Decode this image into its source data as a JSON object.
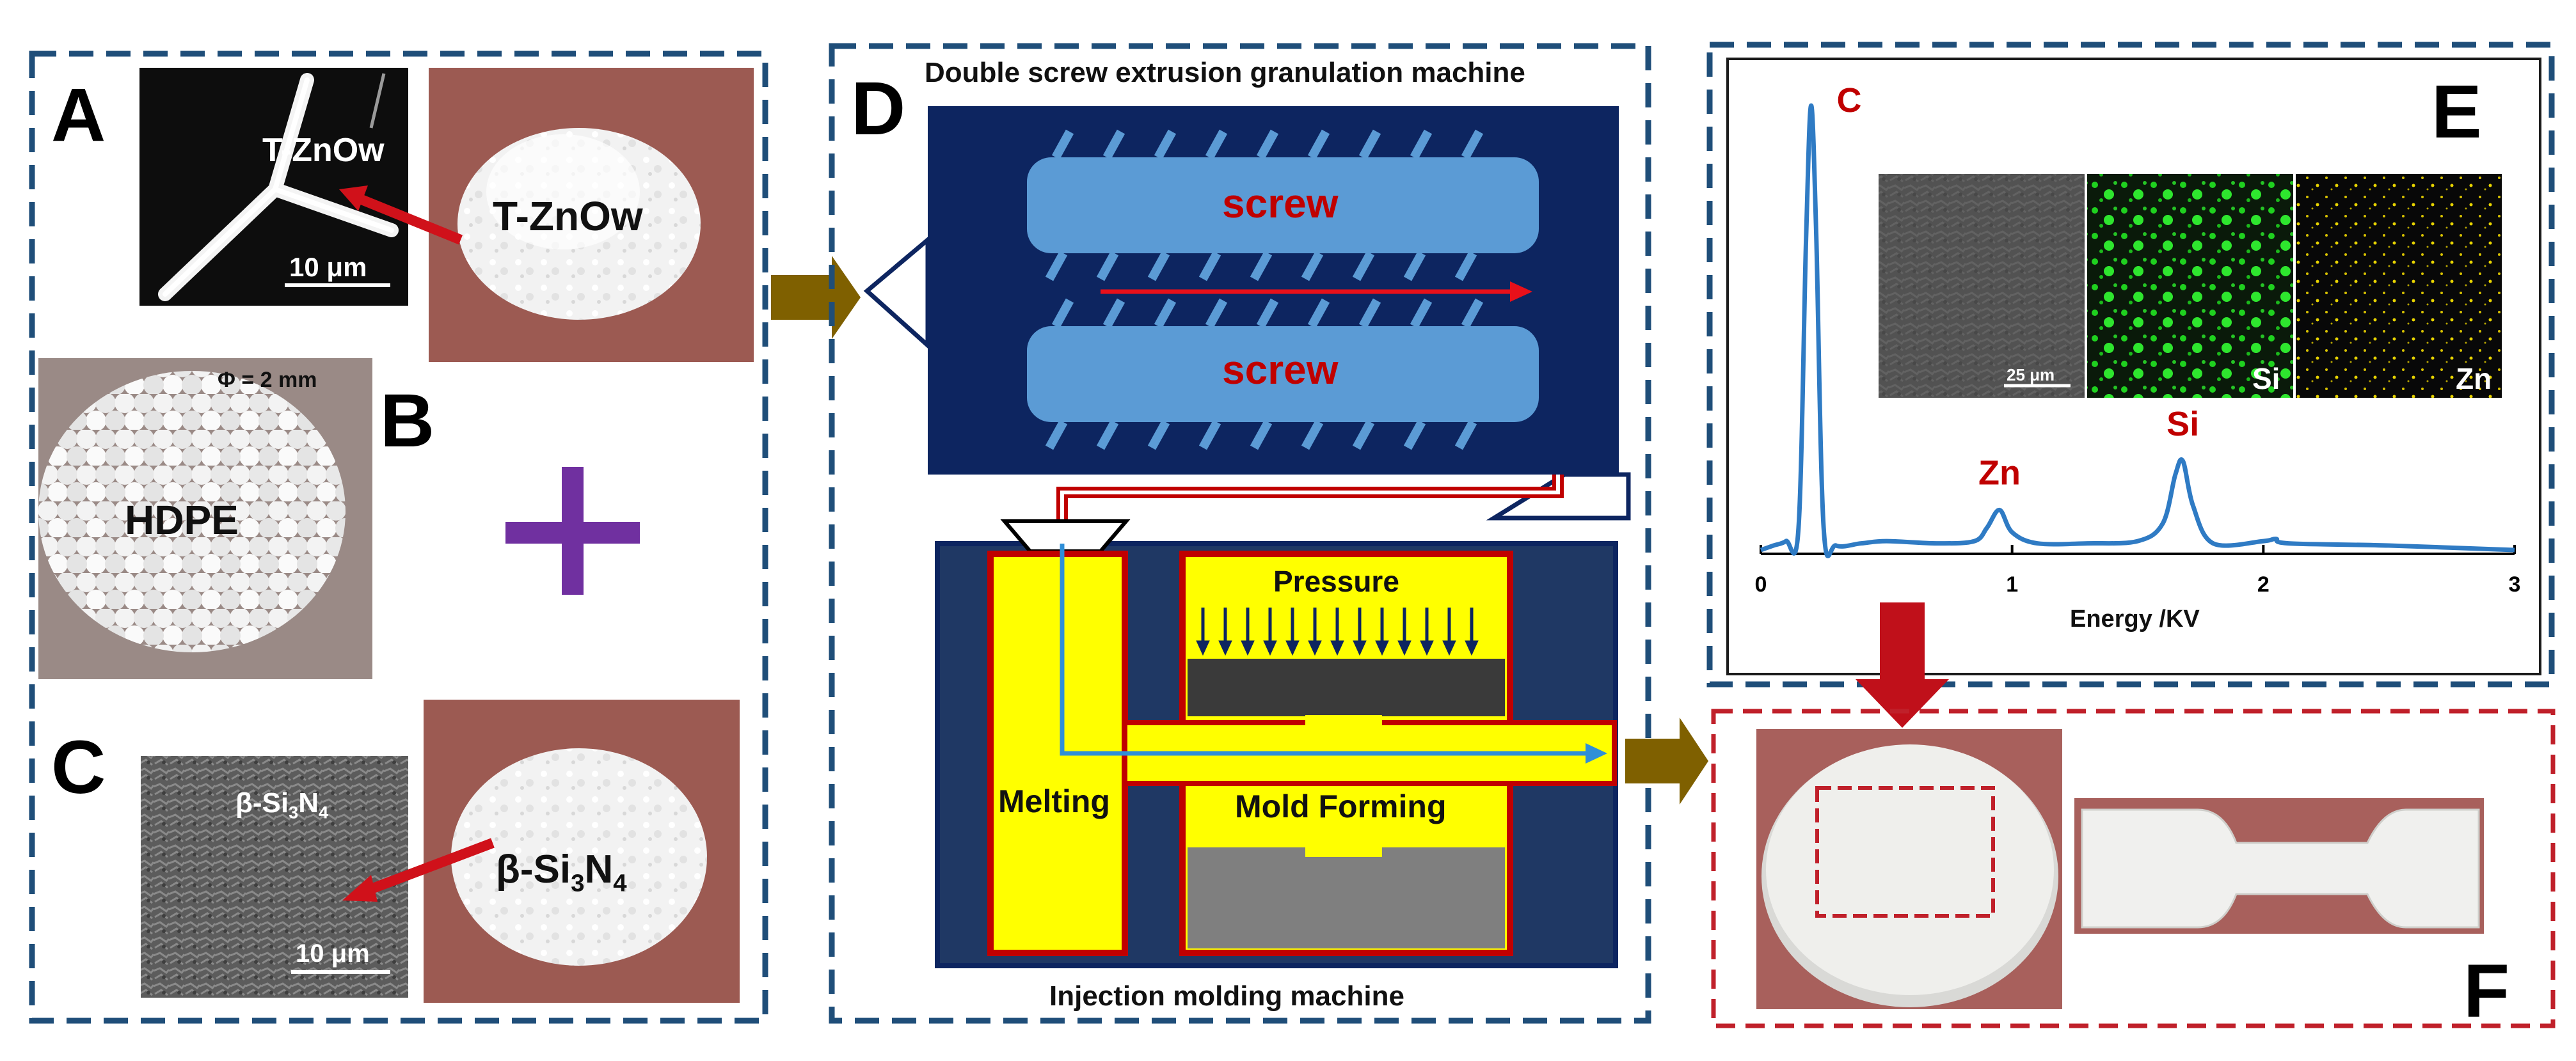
{
  "panels": {
    "A": {
      "letter": "A",
      "sem_label": "T-ZnOw",
      "scale_bar": "10 μm",
      "photo_label": "T-ZnOw"
    },
    "B": {
      "letter": "B",
      "diameter_label": "Φ = 2 mm",
      "photo_label": "HDPE"
    },
    "C": {
      "letter": "C",
      "sem_label": "β-Si3N4",
      "scale_bar": "10 μm",
      "photo_label": "β-Si3N4"
    },
    "D": {
      "letter": "D",
      "title_top": "Double screw extrusion granulation machine",
      "screw_top": "screw",
      "screw_bottom": "screw",
      "pressure": "Pressure",
      "melting": "Melting",
      "mold_forming": "Mold Forming",
      "title_bottom": "Injection molding machine"
    },
    "E": {
      "letter": "E",
      "inset_scale": "25 μm",
      "inset_si": "Si",
      "inset_zn": "Zn"
    },
    "F": {
      "letter": "F"
    }
  },
  "chart_data": {
    "type": "line",
    "xlabel": "Energy /KV",
    "ylabel": "",
    "xlim": [
      0,
      3
    ],
    "x_ticks": [
      "0",
      "1",
      "2",
      "3"
    ],
    "grid": false,
    "series": [
      {
        "x": [
          0.0,
          0.05,
          0.1,
          0.15,
          0.18,
          0.2,
          0.22,
          0.25,
          0.3,
          0.4,
          0.5,
          0.7,
          0.85,
          0.9,
          0.95,
          1.0,
          1.1,
          1.3,
          1.5,
          1.6,
          1.65,
          1.68,
          1.72,
          1.8,
          2.0,
          2.05,
          2.1,
          2.5,
          3.0
        ],
        "y": [
          0.0,
          0.01,
          0.02,
          0.05,
          0.7,
          1.0,
          0.72,
          0.05,
          0.01,
          0.015,
          0.02,
          0.015,
          0.02,
          0.05,
          0.09,
          0.04,
          0.015,
          0.015,
          0.02,
          0.06,
          0.17,
          0.2,
          0.1,
          0.015,
          0.02,
          0.025,
          0.015,
          0.01,
          0.0
        ]
      }
    ],
    "peak_labels": [
      {
        "text": "C",
        "x": 0.2
      },
      {
        "text": "Zn",
        "x": 0.95
      },
      {
        "text": "Si",
        "x": 1.68
      }
    ],
    "line_color": "#2f7bc4"
  },
  "colors": {
    "blue_border": "#1f4e79",
    "red_border": "#c0202a",
    "navy": "#0d2560",
    "screw_blue": "#5b9bd5",
    "red_text": "#c00000",
    "yellow": "#ffff00",
    "arrow_olive": "#7f6000",
    "plus_purple": "#7030a0",
    "photo_bg": "#9c5a52"
  }
}
